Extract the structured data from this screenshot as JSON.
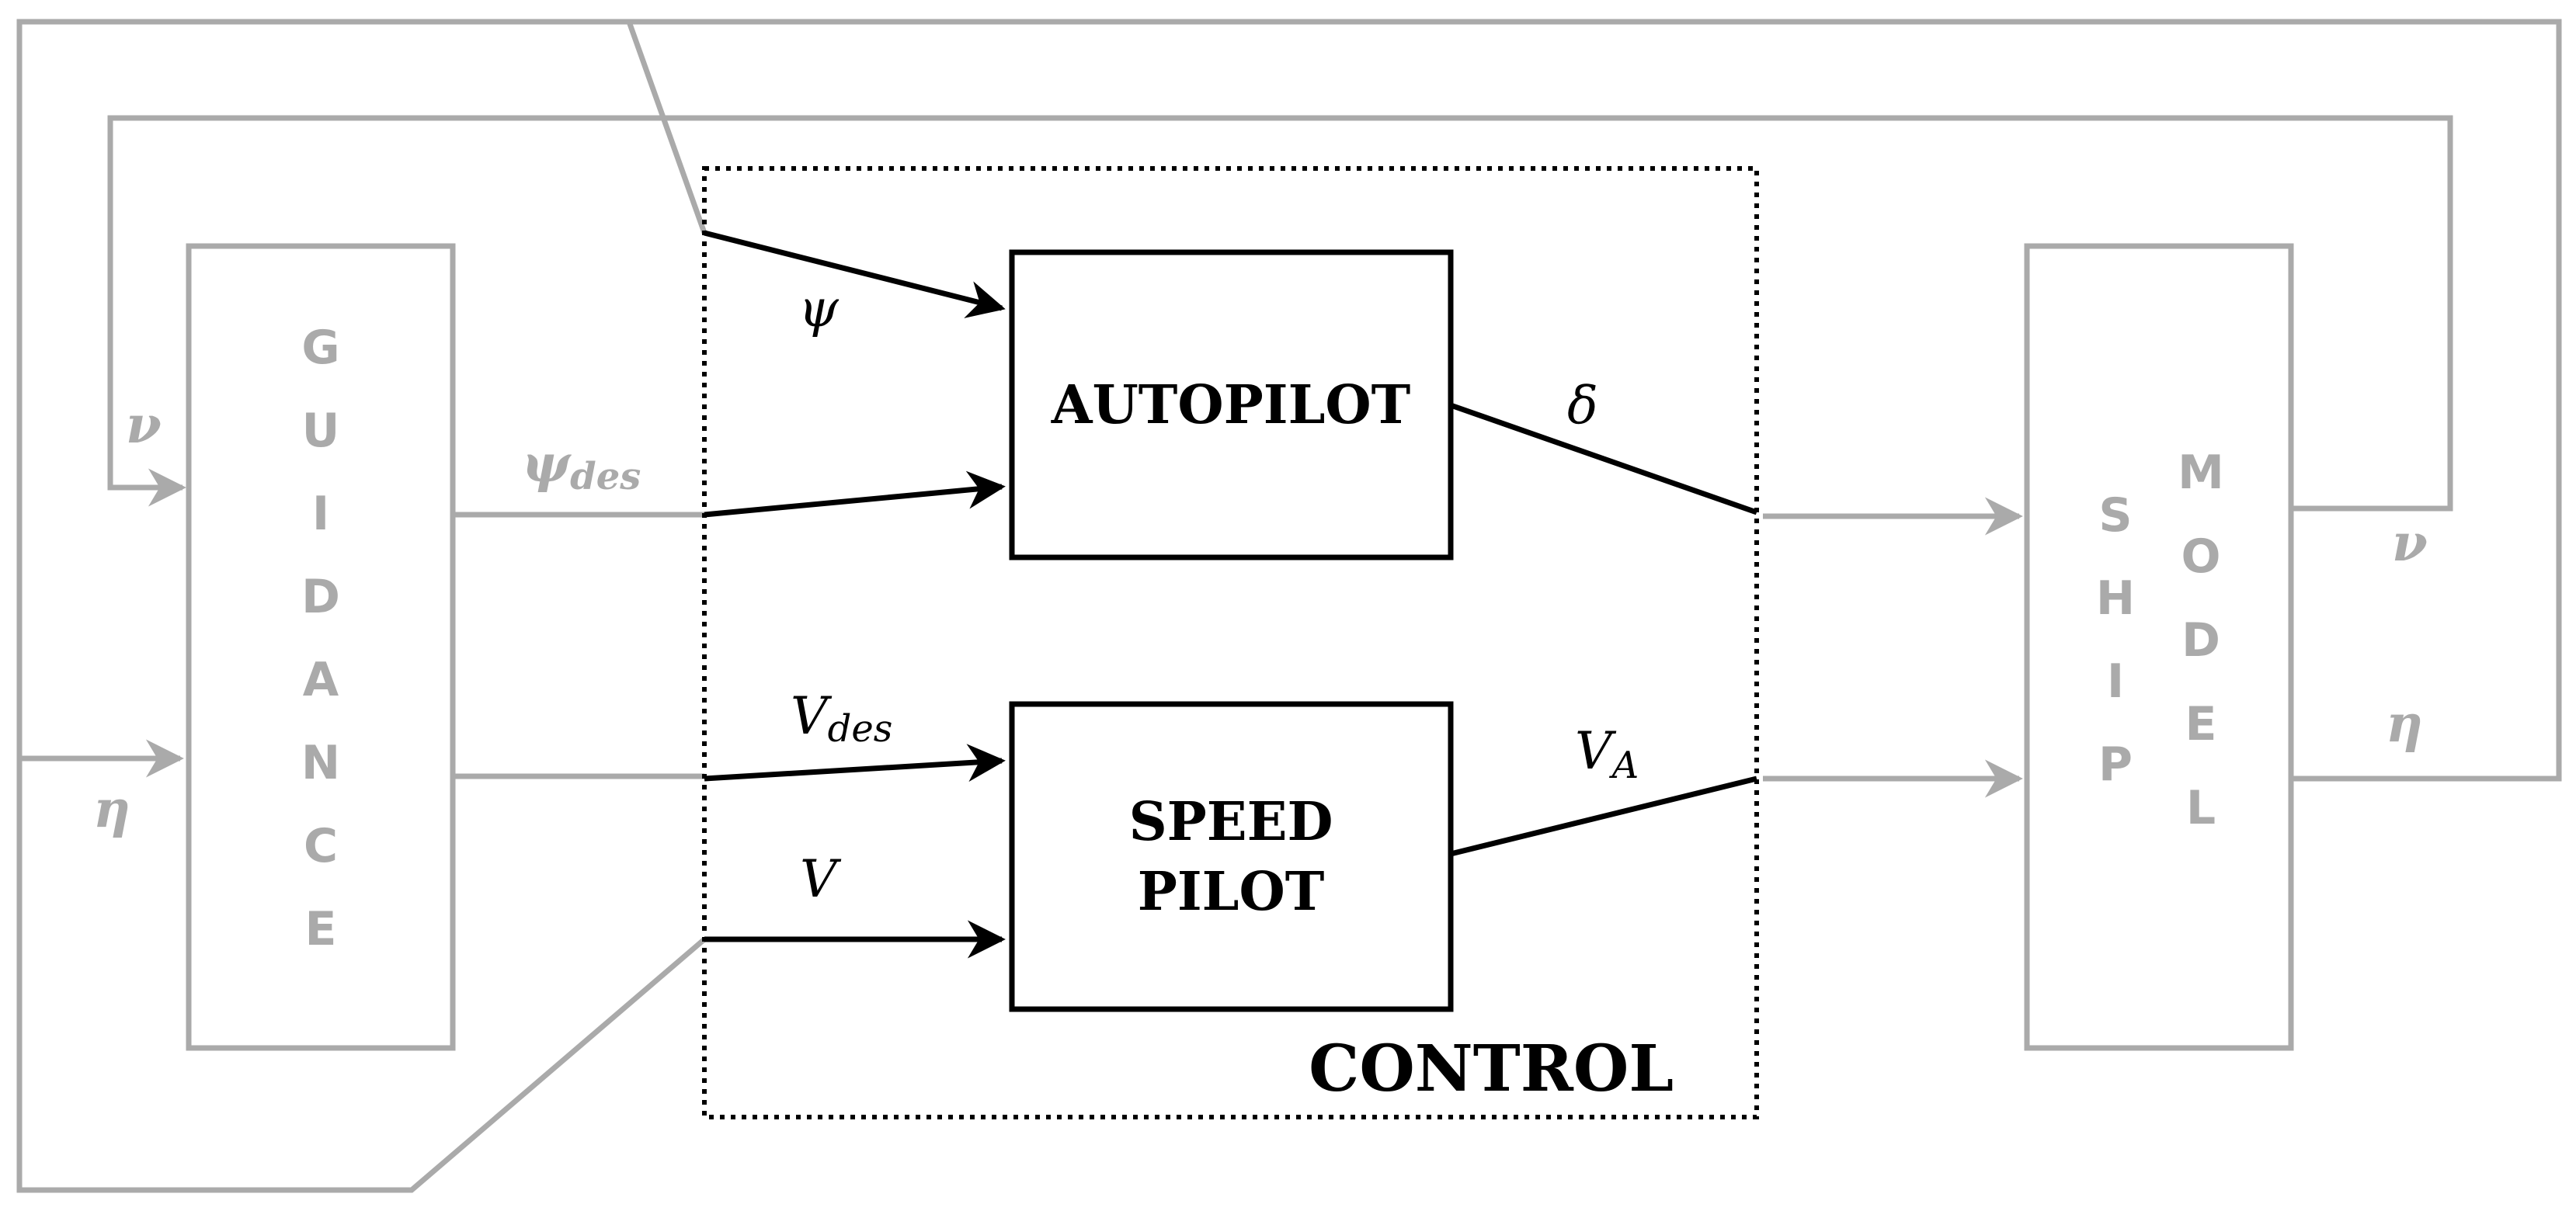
{
  "blocks": {
    "guidance": "GUIDANCE",
    "ship": "SHIP",
    "model": "MODEL",
    "autopilot": "AUTOPILOT",
    "speed_pilot_line1": "SPEED",
    "speed_pilot_line2": "PILOT",
    "control": "CONTROL"
  },
  "signals": {
    "nu_left": "ν",
    "eta_left": "η",
    "psi_des_main": "ψ",
    "psi_des_sub": "des",
    "psi": "ψ",
    "v_des_main": "V",
    "v_des_sub": "des",
    "v": "V",
    "delta": "δ",
    "va_main": "V",
    "va_sub": "A",
    "nu_right": "ν",
    "eta_right": "η"
  },
  "colors": {
    "feedback_gray": "#aaaaaa",
    "control_black": "#000000"
  }
}
